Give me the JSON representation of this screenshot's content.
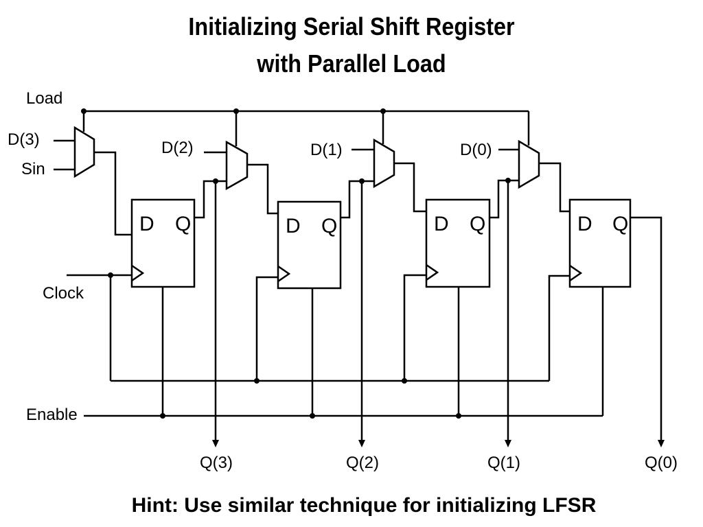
{
  "title": {
    "line1": "Initializing Serial Shift Register",
    "line2": "with Parallel Load"
  },
  "signals": {
    "load": "Load",
    "clock": "Clock",
    "enable": "Enable",
    "sin": "Sin"
  },
  "inputs": [
    "D(3)",
    "D(2)",
    "D(1)",
    "D(0)"
  ],
  "outputs": [
    "Q(3)",
    "Q(2)",
    "Q(1)",
    "Q(0)"
  ],
  "flipflop": {
    "d_label": "D",
    "q_label": "Q"
  },
  "hint": "Hint: Use similar technique for initializing LFSR"
}
